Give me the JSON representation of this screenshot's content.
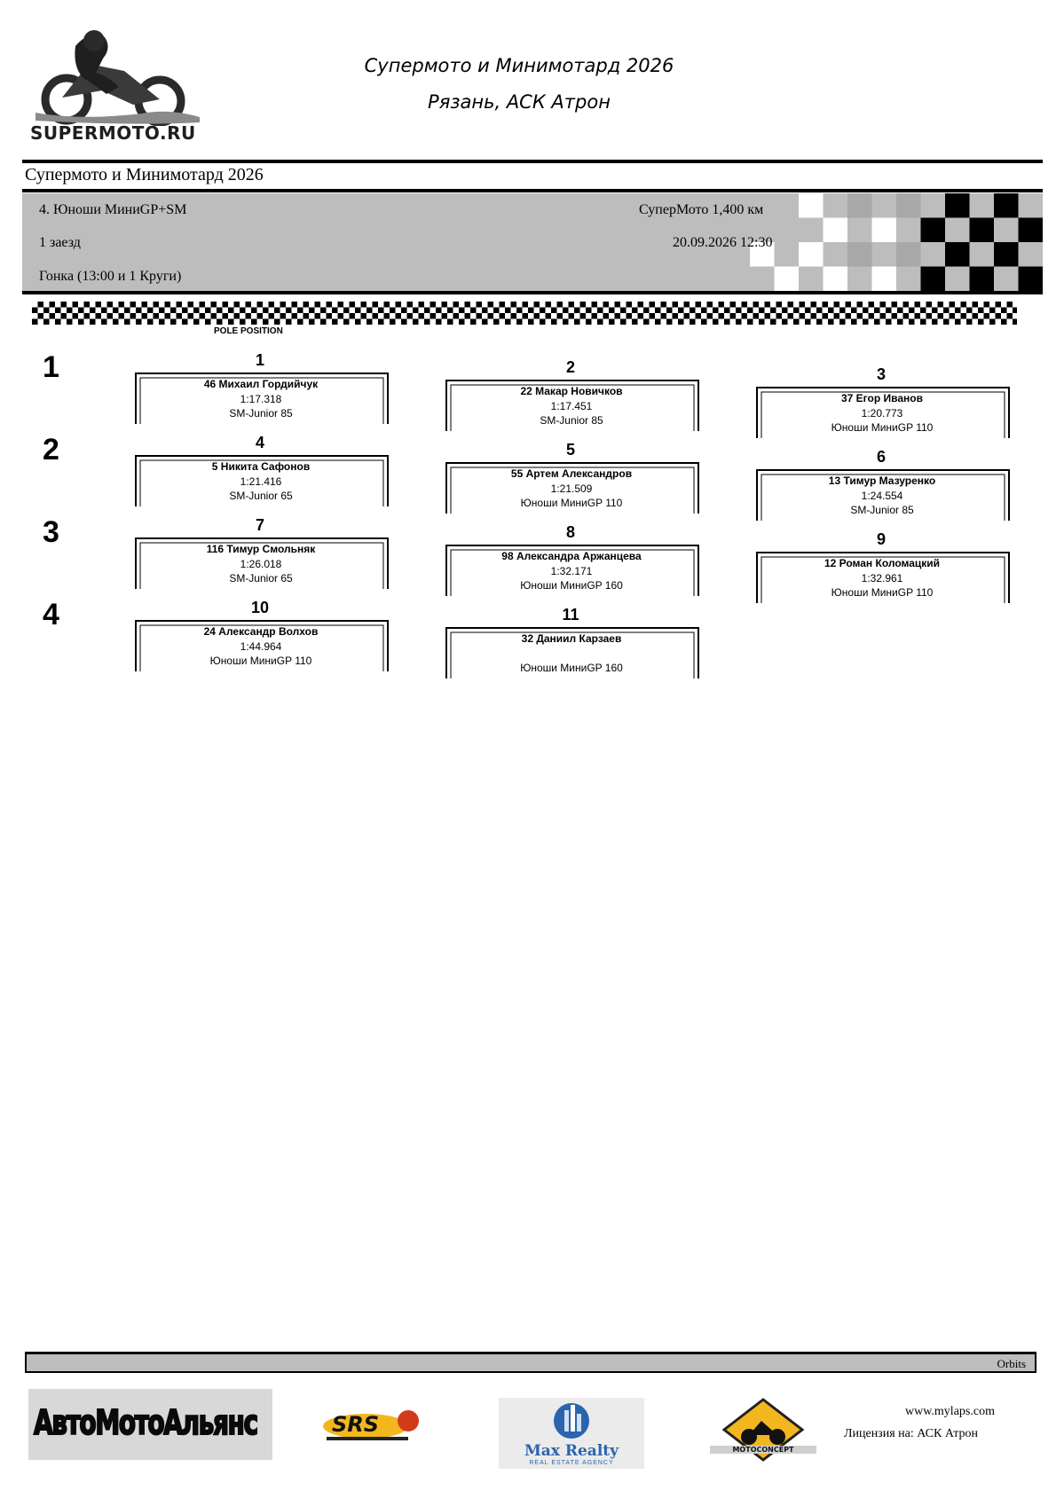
{
  "header": {
    "logo_text": "SUPERMOTO.RU",
    "title": "Супермото и Минимотард 2026",
    "subtitle": "Рязань, АСК Атрон"
  },
  "event": {
    "title": "Супермото и Минимотард 2026"
  },
  "race": {
    "class": "4. Юноши МиниGP+SM",
    "heat": "1 заезд",
    "format": "Гонка (13:00 и 1 Круги)",
    "track": "СуперМото 1,400 км",
    "datetime": "20.09.2026 12:30"
  },
  "grid": {
    "pole_label": "POLE POSITION",
    "rows": [
      "1",
      "2",
      "3",
      "4"
    ],
    "slots": [
      {
        "pos": "1",
        "rider": "46 Михаил Гордийчук",
        "time": "1:17.318",
        "cls": "SM-Junior 85"
      },
      {
        "pos": "2",
        "rider": "22 Макар Новичков",
        "time": "1:17.451",
        "cls": "SM-Junior 85"
      },
      {
        "pos": "3",
        "rider": "37 Егор Иванов",
        "time": "1:20.773",
        "cls": "Юноши МиниGP 110"
      },
      {
        "pos": "4",
        "rider": "5 Никита Сафонов",
        "time": "1:21.416",
        "cls": "SM-Junior 65"
      },
      {
        "pos": "5",
        "rider": "55 Артем Александров",
        "time": "1:21.509",
        "cls": "Юноши МиниGP 110"
      },
      {
        "pos": "6",
        "rider": "13 Тимур Мазуренко",
        "time": "1:24.554",
        "cls": "SM-Junior 85"
      },
      {
        "pos": "7",
        "rider": "116 Тимур Смольняк",
        "time": "1:26.018",
        "cls": "SM-Junior 65"
      },
      {
        "pos": "8",
        "rider": "98 Александра Аржанцева",
        "time": "1:32.171",
        "cls": "Юноши МиниGP 160"
      },
      {
        "pos": "9",
        "rider": "12 Роман Коломацкий",
        "time": "1:32.961",
        "cls": "Юноши МиниGP 110"
      },
      {
        "pos": "10",
        "rider": "24 Александр Волхов",
        "time": "1:44.964",
        "cls": "Юноши МиниGP 110"
      },
      {
        "pos": "11",
        "rider": "32 Даниил Карзаев",
        "time": "",
        "cls": "Юноши МиниGP 160"
      }
    ]
  },
  "footer": {
    "system": "Orbits",
    "website": "www.mylaps.com",
    "license": "Лицензия на: АСК Атрон",
    "sponsors": {
      "s1": "АвтоМотоАльянс",
      "s2": "SRS",
      "s3_main": "Max Realty",
      "s3_sub": "REAL ESTATE AGENCY",
      "s4": "MOTOCONCEPT"
    }
  }
}
